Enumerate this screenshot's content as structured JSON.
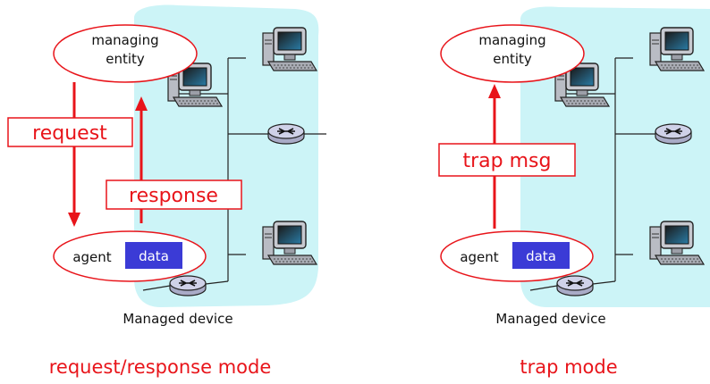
{
  "colors": {
    "background_panel": "#ccf4f7",
    "arrow": "#e8141a",
    "label_text": "#e8141a",
    "data_box": "#3b3bd6",
    "data_text": "#ffffff",
    "ellipse_stroke": "#e8141a",
    "text": "#111111"
  },
  "panels": [
    {
      "managing_entity": "managing\nentity",
      "agent_label": "agent",
      "data_label": "data",
      "message_labels": [
        "request",
        "response"
      ],
      "device_caption": "Managed device",
      "mode_caption": "request/response mode"
    },
    {
      "managing_entity": "managing\nentity",
      "agent_label": "agent",
      "data_label": "data",
      "message_labels": [
        "trap msg"
      ],
      "device_caption": "Managed device",
      "mode_caption": "trap mode"
    }
  ],
  "icons": [
    "computer-icon",
    "router-icon"
  ]
}
